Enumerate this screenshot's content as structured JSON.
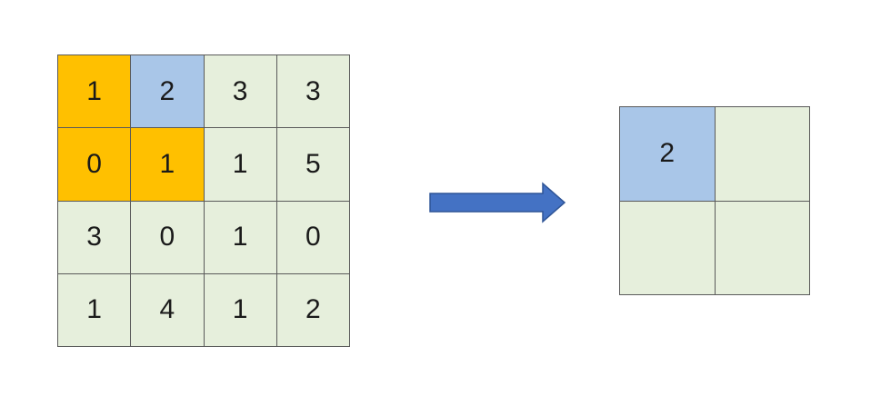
{
  "colors": {
    "default_cell": "#e6efdc",
    "window_cell": "#ffc000",
    "max_cell": "#a9c6e8",
    "arrow": "#4472c4",
    "border": "#5a5a5a"
  },
  "input_matrix": {
    "rows": [
      [
        {
          "value": "1",
          "state": "window"
        },
        {
          "value": "2",
          "state": "max"
        },
        {
          "value": "3",
          "state": "default"
        },
        {
          "value": "3",
          "state": "default"
        }
      ],
      [
        {
          "value": "0",
          "state": "window"
        },
        {
          "value": "1",
          "state": "window"
        },
        {
          "value": "1",
          "state": "default"
        },
        {
          "value": "5",
          "state": "default"
        }
      ],
      [
        {
          "value": "3",
          "state": "default"
        },
        {
          "value": "0",
          "state": "default"
        },
        {
          "value": "1",
          "state": "default"
        },
        {
          "value": "0",
          "state": "default"
        }
      ],
      [
        {
          "value": "1",
          "state": "default"
        },
        {
          "value": "4",
          "state": "default"
        },
        {
          "value": "1",
          "state": "default"
        },
        {
          "value": "2",
          "state": "default"
        }
      ]
    ]
  },
  "arrow_icon": "right-arrow-icon",
  "output_matrix": {
    "rows": [
      [
        {
          "value": "2",
          "state": "max"
        },
        {
          "value": "",
          "state": "default"
        }
      ],
      [
        {
          "value": "",
          "state": "default"
        },
        {
          "value": "",
          "state": "default"
        }
      ]
    ]
  }
}
